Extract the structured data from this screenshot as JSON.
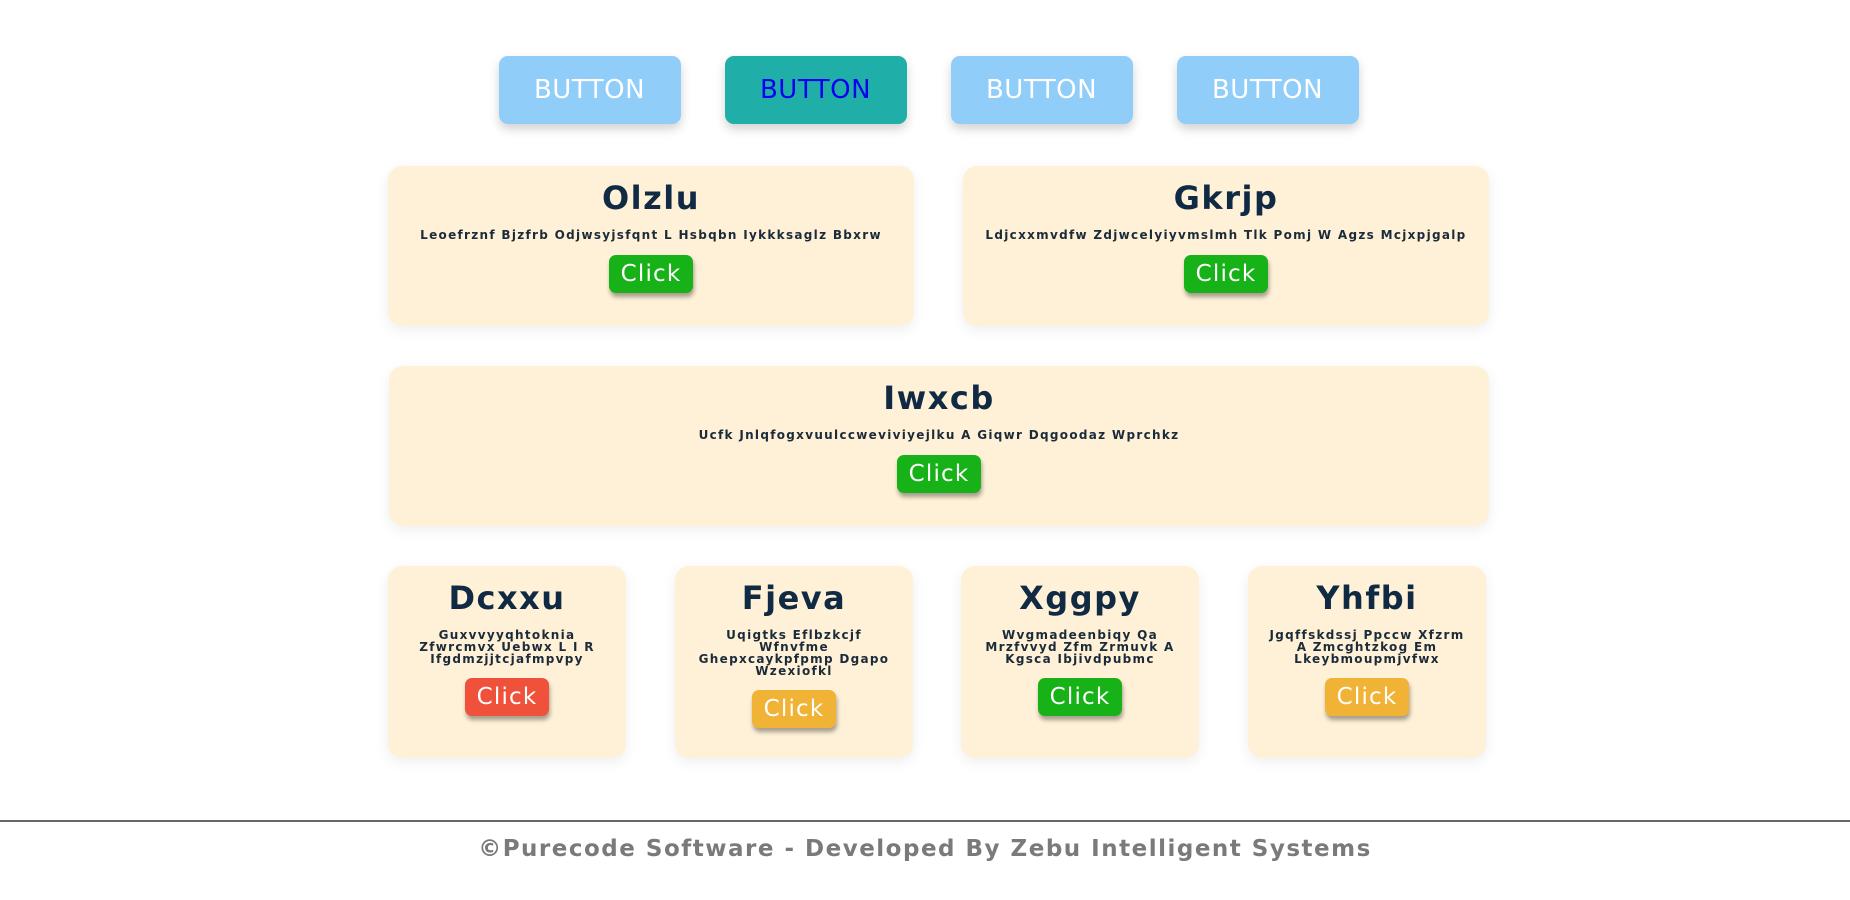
{
  "top_buttons": [
    {
      "label": "BUTTON",
      "active": false
    },
    {
      "label": "BUTTON",
      "active": true
    },
    {
      "label": "BUTTON",
      "active": false
    },
    {
      "label": "BUTTON",
      "active": false
    }
  ],
  "cards": {
    "olzlu": {
      "title": "Olzlu",
      "text": "Leoefrznf Bjzfrb Odjwsyjsfqnt L Hsbqbn Iykkksaglz Bbxrw",
      "button": "Click",
      "button_color": "#16b217"
    },
    "gkrjp": {
      "title": "Gkrjp",
      "text": "Ldjcxxmvdfw Zdjwcelyiyvmslmh Tlk Pomj W Agzs Mcjxpjgalp",
      "button": "Click",
      "button_color": "#16b217"
    },
    "iwxcb": {
      "title": "Iwxcb",
      "text": "Ucfk Jnlqfogxvuulccweviviyejlku A Giqwr Dqgoodaz Wprchkz",
      "button": "Click",
      "button_color": "#16b217"
    },
    "dcxxu": {
      "title": "Dcxxu",
      "text": "Guxvvyyqhtoknia Zfwrcmvx Uebwx L I R Ifgdmzjjtcjafmpvpy",
      "button": "Click",
      "button_color": "#f0513b"
    },
    "fjeva": {
      "title": "Fjeva",
      "text": "Uqigtks Eflbzkcjf Wfnvfme Ghepxcaykpfpmp Dgapo Wzexiofkl",
      "button": "Click",
      "button_color": "#f1b335"
    },
    "xggpy": {
      "title": "Xggpy",
      "text": "Wvgmadeenbiqy Qa Mrzfvvyd Zfm Zrmuvk A Kgsca Ibjivdpubmc",
      "button": "Click",
      "button_color": "#16b217"
    },
    "yhfbi": {
      "title": "Yhfbi",
      "text": "Jgqffskdssj Ppccw Xfzrm A Zmcghtzkog Em Lkeybmoupmjvfwx",
      "button": "Click",
      "button_color": "#f1b335"
    }
  },
  "footer": {
    "text": "©Purecode Software - Developed By Zebu Intelligent Systems"
  },
  "colors": {
    "top_button": "#90cdf9",
    "top_button_active": "#20afa8",
    "top_button_active_text": "#0b00f0",
    "card_background": "#fef1d7",
    "title": "#102a43"
  }
}
